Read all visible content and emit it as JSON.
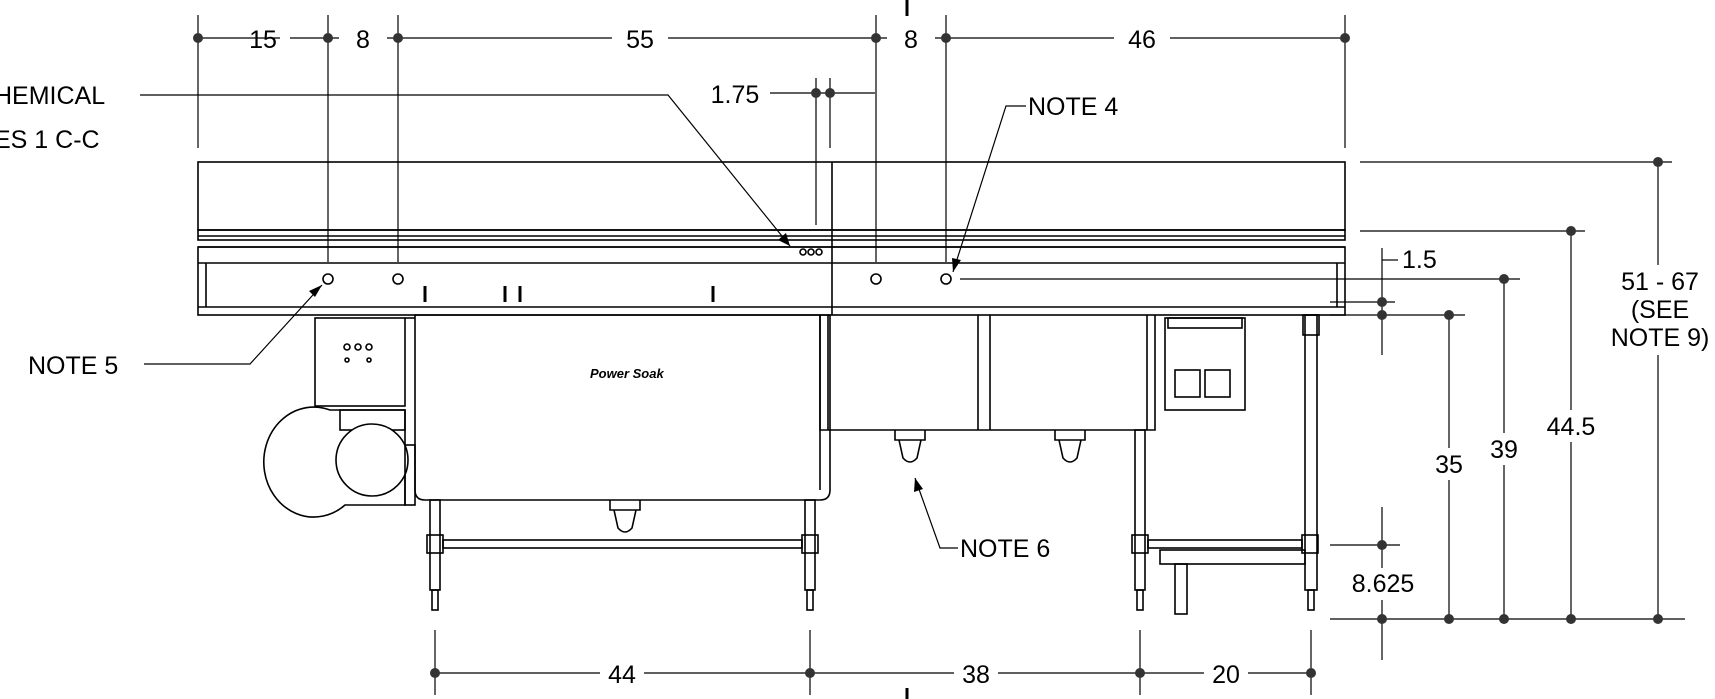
{
  "drawing": {
    "brand_label": "Power Soak",
    "dimensions": {
      "top": [
        "15",
        "8",
        "55",
        "8",
        "46"
      ],
      "small_top": "1.75",
      "right_1_5": "1.5",
      "heights": [
        "35",
        "39",
        "44.5"
      ],
      "overall_height_line1": "51 - 67",
      "overall_height_line2": "(SEE",
      "overall_height_line3": "NOTE 9)",
      "shelf": "8.625",
      "bottom": [
        "44",
        "38",
        "20"
      ]
    },
    "notes": {
      "chemical_line1": "HEMICAL",
      "chemical_line2": "ES 1 C-C",
      "note4": "NOTE 4",
      "note5": "NOTE 5",
      "note6": "NOTE 6"
    }
  }
}
